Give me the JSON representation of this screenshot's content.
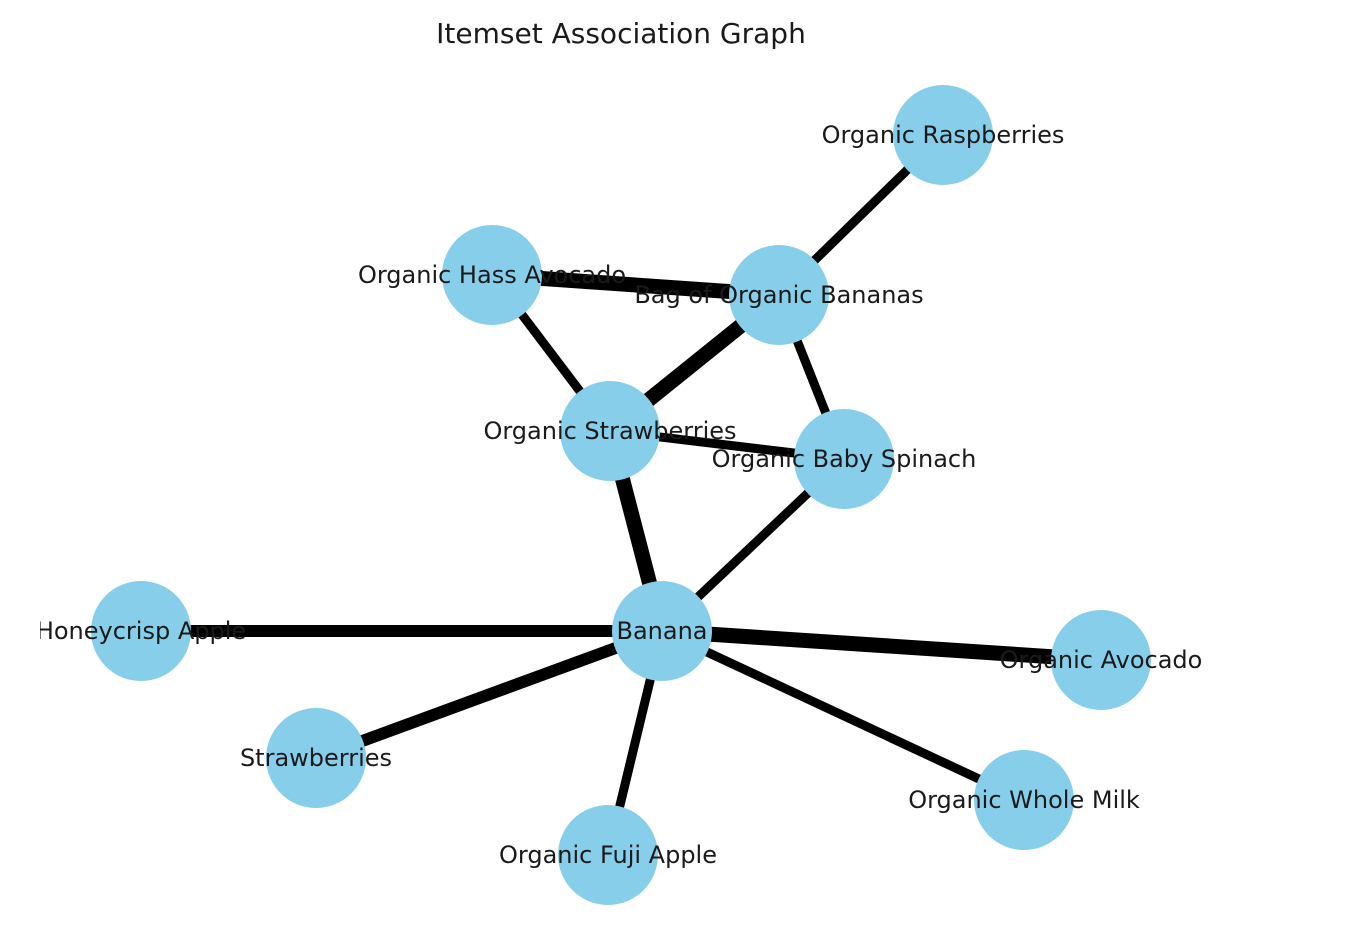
{
  "title": "Itemset Association Graph",
  "colors": {
    "node_fill": "#87ceeb",
    "edge": "#000000",
    "text": "#1a1a1a"
  },
  "nodes": [
    {
      "id": "raspberries",
      "label": "Organic Raspberries"
    },
    {
      "id": "hass",
      "label": "Organic Hass Avocado"
    },
    {
      "id": "bag_bananas",
      "label": "Bag of Organic Bananas"
    },
    {
      "id": "strawberries_org",
      "label": "Organic Strawberries"
    },
    {
      "id": "spinach",
      "label": "Organic Baby Spinach"
    },
    {
      "id": "honeycrisp",
      "label": "Honeycrisp Apple"
    },
    {
      "id": "banana",
      "label": "Banana"
    },
    {
      "id": "avocado",
      "label": "Organic Avocado"
    },
    {
      "id": "strawberries",
      "label": "Strawberries"
    },
    {
      "id": "fuji",
      "label": "Organic Fuji Apple"
    },
    {
      "id": "whole_milk",
      "label": "Organic Whole Milk"
    }
  ],
  "edges": [
    {
      "source": "bag_bananas",
      "target": "raspberries",
      "weight": 3
    },
    {
      "source": "hass",
      "target": "bag_bananas",
      "weight": 5
    },
    {
      "source": "hass",
      "target": "strawberries_org",
      "weight": 3
    },
    {
      "source": "bag_bananas",
      "target": "strawberries_org",
      "weight": 5
    },
    {
      "source": "bag_bananas",
      "target": "spinach",
      "weight": 3
    },
    {
      "source": "strawberries_org",
      "target": "spinach",
      "weight": 3
    },
    {
      "source": "strawberries_org",
      "target": "banana",
      "weight": 5
    },
    {
      "source": "spinach",
      "target": "banana",
      "weight": 3
    },
    {
      "source": "honeycrisp",
      "target": "banana",
      "weight": 4
    },
    {
      "source": "banana",
      "target": "avocado",
      "weight": 5
    },
    {
      "source": "banana",
      "target": "strawberries",
      "weight": 4
    },
    {
      "source": "banana",
      "target": "fuji",
      "weight": 3
    },
    {
      "source": "banana",
      "target": "whole_milk",
      "weight": 3
    }
  ]
}
